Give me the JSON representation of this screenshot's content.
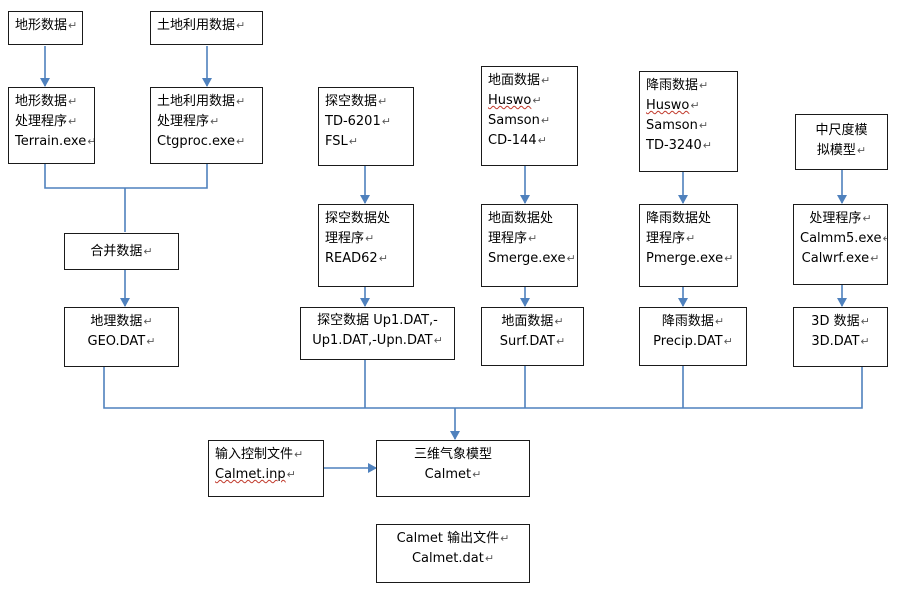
{
  "boxes": {
    "terrain_data": {
      "lines": [
        "地形数据"
      ]
    },
    "landuse_data": {
      "lines": [
        "土地利用数据"
      ]
    },
    "terrain_proc": {
      "lines": [
        "地形数据",
        "处理程序",
        "Terrain.exe"
      ]
    },
    "landuse_proc": {
      "lines": [
        "土地利用数据",
        "处理程序",
        "Ctgproc.exe"
      ]
    },
    "merge_data": {
      "lines": [
        "合并数据"
      ]
    },
    "geo_data": {
      "lines": [
        "地理数据",
        "GEO.DAT"
      ]
    },
    "sounding_data": {
      "lines": [
        "探空数据",
        "TD-6201",
        "FSL"
      ]
    },
    "sounding_proc": {
      "lines": [
        "探空数据处",
        "理程序",
        "READ62"
      ]
    },
    "sounding_out": {
      "lines": [
        "探空数据 Up1.DAT,-",
        "Up1.DAT,-Upn.DAT"
      ]
    },
    "surface_data": {
      "lines": [
        "地面数据",
        "Huswo",
        "Samson",
        "CD-144"
      ]
    },
    "surface_proc": {
      "lines": [
        "地面数据处",
        "理程序",
        "Smerge.exe"
      ]
    },
    "surface_out": {
      "lines": [
        "地面数据",
        "Surf.DAT"
      ]
    },
    "precip_data": {
      "lines": [
        "降雨数据",
        "Huswo",
        "Samson",
        "TD-3240"
      ]
    },
    "precip_proc": {
      "lines": [
        "降雨数据处",
        "理程序",
        "Pmerge.exe"
      ]
    },
    "precip_out": {
      "lines": [
        "降雨数据",
        "Precip.DAT"
      ]
    },
    "meso_model": {
      "lines": [
        "中尺度模",
        "拟模型"
      ]
    },
    "meso_proc": {
      "lines": [
        "处理程序",
        "Calmm5.exe",
        "Calwrf.exe"
      ]
    },
    "data3d_out": {
      "lines": [
        "3D 数据",
        "3D.DAT"
      ]
    },
    "control_file": {
      "lines": [
        "输入控制文件",
        "Calmet.inp"
      ]
    },
    "model_3d": {
      "lines": [
        "三维气象模型",
        "Calmet"
      ]
    },
    "output_file": {
      "lines": [
        "Calmet 输出文件",
        "Calmet.dat"
      ]
    }
  },
  "colors": {
    "arrow": "#4f81bd",
    "border": "#1a1a1a",
    "mark": "#5a5a5a"
  }
}
